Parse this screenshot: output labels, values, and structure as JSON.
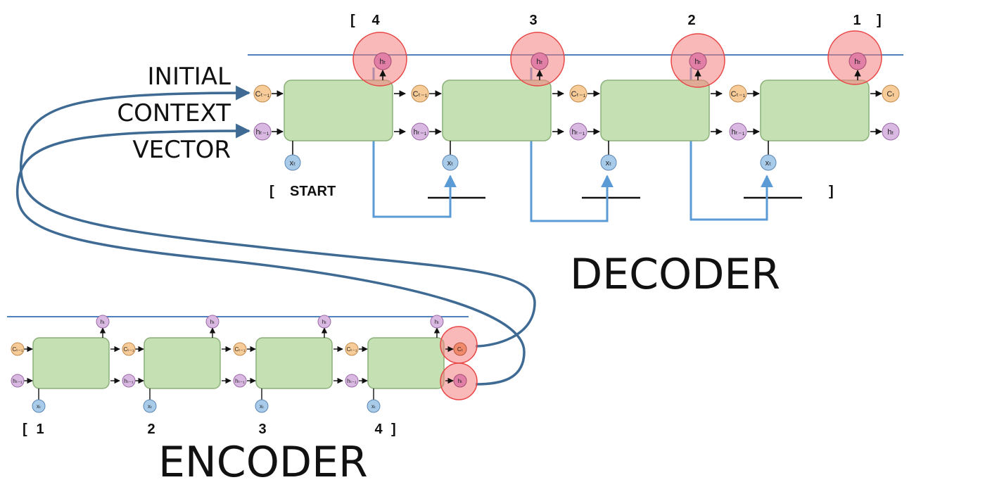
{
  "labels": {
    "initial": "INITIAL",
    "context": "CONTEXT",
    "vector": "VECTOR",
    "decoder": "DECODER",
    "encoder": "ENCODER"
  },
  "decoder": {
    "outputs": {
      "open_bracket": "[",
      "tokens": [
        "4",
        "3",
        "2",
        "1"
      ],
      "close_bracket": "]"
    },
    "inputs": {
      "open_bracket": "[",
      "start": "START",
      "close_bracket": "]"
    },
    "cell_nodes": {
      "cell_state_in": "Cₜ₋₁",
      "hidden_in": "hₜ₋₁",
      "input": "xₜ",
      "output": "hₜ",
      "cell_state_out": "Cₜ",
      "hidden_out": "hₜ"
    }
  },
  "encoder": {
    "inputs": {
      "open_bracket": "[",
      "tokens": [
        "1",
        "2",
        "3",
        "4"
      ],
      "close_bracket": "]"
    },
    "cell_nodes": {
      "cell_state_in": "Cₜ₋₁",
      "hidden_in": "hₜ₋₁",
      "input": "xₜ",
      "output": "hₜ",
      "final_cell_state": "Cₜ",
      "final_hidden": "hₜ"
    }
  },
  "colors": {
    "cell_fill": "#c5e0b3",
    "cell_stroke": "#8cb07a",
    "cell_state_node": "#f8cc98",
    "hidden_node": "#d9b8e2",
    "input_node": "#a9cbea",
    "output_node": "#e27fa6",
    "highlight": "#f47f7f",
    "feedback_line": "#5b9bd5",
    "context_curve": "#3e6a93",
    "separator": "#4f81bd"
  }
}
